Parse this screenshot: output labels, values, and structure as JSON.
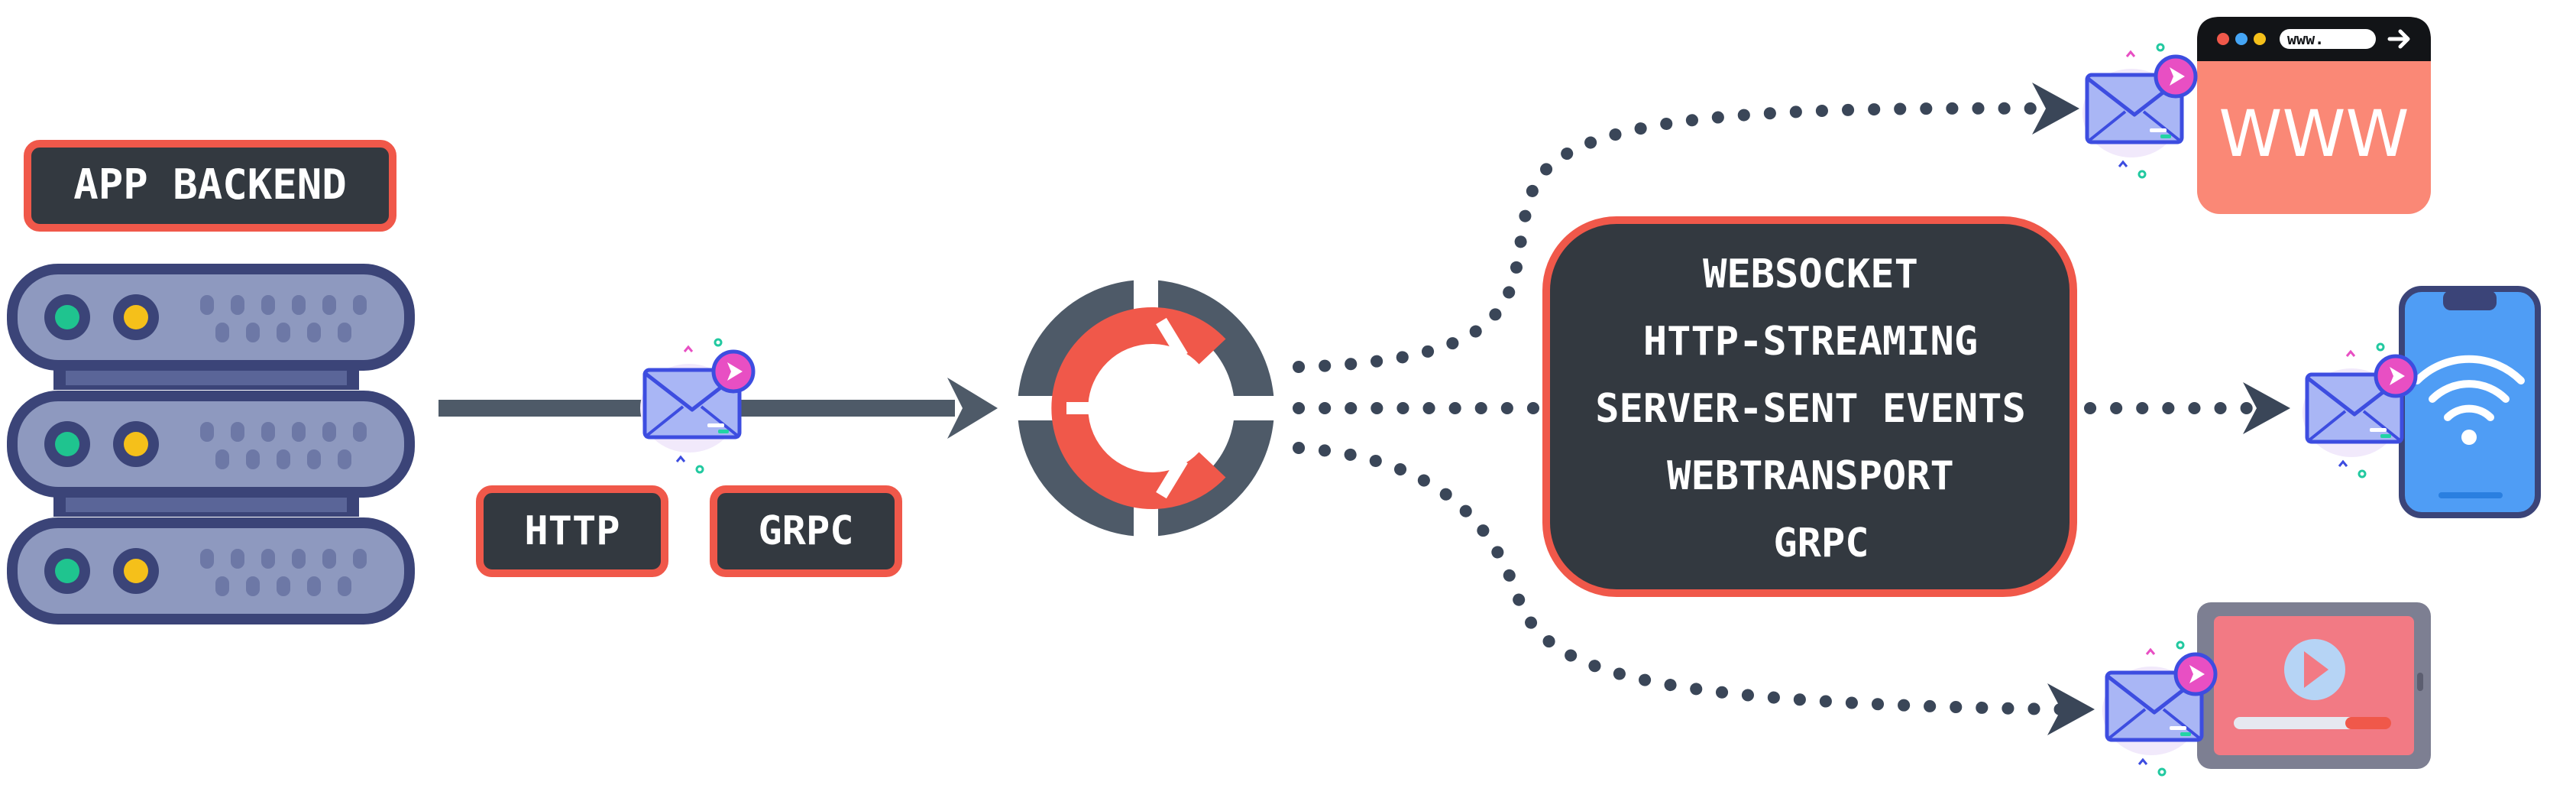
{
  "backend": {
    "label": "APP BACKEND"
  },
  "inbound_protocols": [
    "HTTP",
    "GRPC"
  ],
  "outbound_protocols": [
    "WEBSOCKET",
    "HTTP-STREAMING",
    "SERVER-SENT EVENTS",
    "WEBTRANSPORT",
    "GRPC"
  ],
  "browser": {
    "url_text": "www.",
    "page_text": "WWW"
  },
  "colors": {
    "dark": "#333940",
    "accent": "#f0584a",
    "slate": "#4e5a68",
    "envelope": "#a9b6f5",
    "envelope_stroke": "#3d4de0",
    "badge": "#e84fc3",
    "phone": "#4f9df5",
    "video": "#f27a84"
  },
  "icons": [
    "server-rack-icon",
    "envelope-icon",
    "hub-logo-icon",
    "browser-window-icon",
    "smartphone-wifi-icon",
    "video-tablet-icon",
    "arrow-icon"
  ]
}
